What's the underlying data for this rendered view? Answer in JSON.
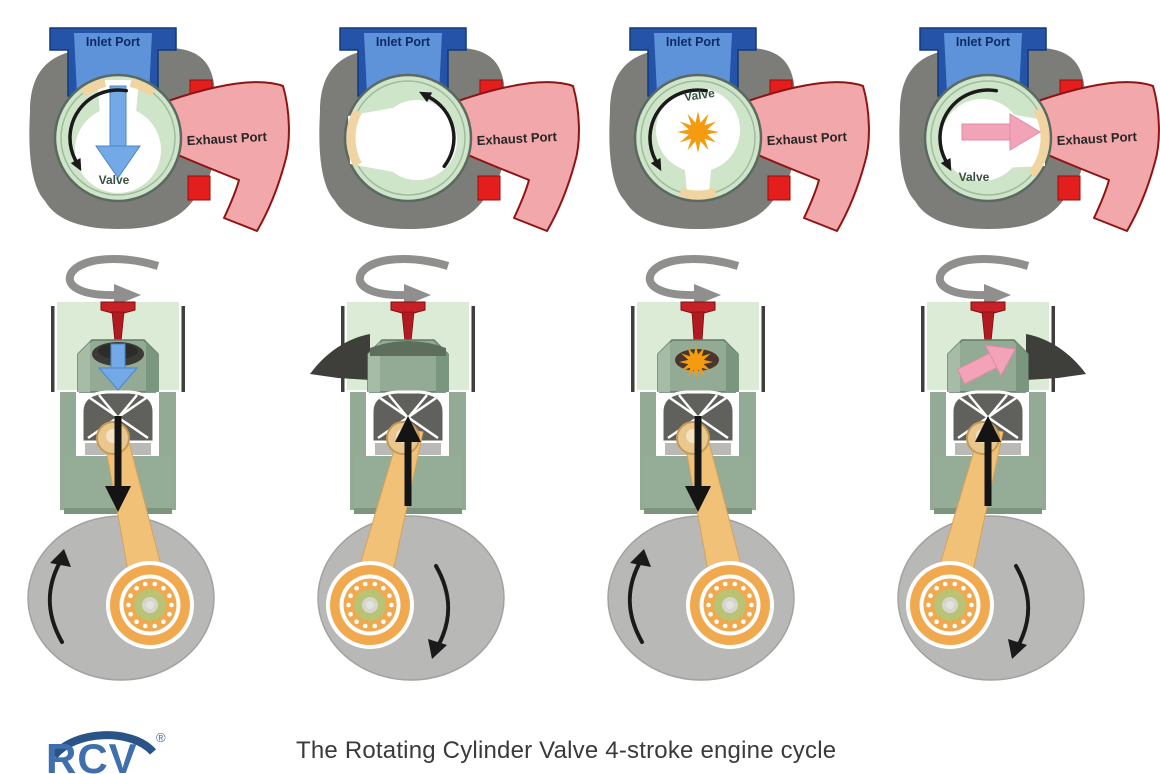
{
  "caption": "The Rotating Cylinder Valve 4-stroke engine cycle",
  "logo": {
    "text": "RCV",
    "registered_mark": "®",
    "color": "#3f6fae"
  },
  "colors": {
    "casting_gray": "#7c7c78",
    "inlet_blue": "#2553a8",
    "inlet_blue_light": "#5f93d9",
    "inlet_text_navy": "#0e2a66",
    "exhaust_pink": "#f2a7ab",
    "exhaust_red": "#e41d1d",
    "exhaust_outline_dark_red": "#8e1414",
    "valve_pale_green": "#cfe5c9",
    "head_pale_green": "#dcebd5",
    "cylinder_sage_green": "#93ab94",
    "seal_tan": "#f0d4a2",
    "combustion_orange": "#f59b0f",
    "intake_arrow_blue": "#72a9e6",
    "exhaust_arrow_pink": "#f3a3b8",
    "stem_red": "#b01a20",
    "rod_tan": "#f2c178",
    "big_end_orange": "#f1a94f",
    "big_end_olive": "#bac273",
    "flywheel_gray": "#b8b8b6",
    "rotation_arrow_gray": "#8f8f8d",
    "rotation_arrow_black": "#1a1a1a"
  },
  "panels": [
    {
      "id": "intake",
      "labels": {
        "inlet": "Inlet Port",
        "exhaust": "Exhaust Port",
        "valve": "Valve"
      },
      "valve_label_position": "bottom",
      "flow": "intake-air-down",
      "seal_position": "top-of-valve",
      "crank_pin_side": "right"
    },
    {
      "id": "compression",
      "labels": {
        "inlet": "Inlet Port",
        "exhaust": "Exhaust Port"
      },
      "flow": "none",
      "seal_position": "left-of-valve",
      "crank_pin_side": "left"
    },
    {
      "id": "power",
      "labels": {
        "inlet": "Inlet Port",
        "exhaust": "Exhaust Port",
        "valve": "Valve"
      },
      "valve_label_position": "top",
      "flow": "combustion",
      "seal_position": "bottom-of-valve",
      "crank_pin_side": "right"
    },
    {
      "id": "exhaust",
      "labels": {
        "inlet": "Inlet Port",
        "exhaust": "Exhaust Port",
        "valve": "Valve"
      },
      "valve_label_position": "bottom",
      "flow": "exhaust-gas-right",
      "seal_position": "right-of-valve",
      "crank_pin_side": "left"
    }
  ]
}
